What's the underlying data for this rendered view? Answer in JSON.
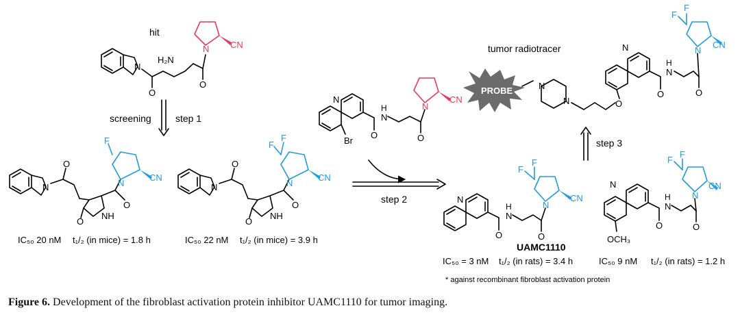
{
  "labels": {
    "hit": "hit",
    "screening": "screening",
    "step1": "step 1",
    "step2": "step 2",
    "step3": "step 3",
    "tumor_radiotracer": "tumor radiotracer",
    "probe": "PROBE",
    "uamc": "UAMC1110",
    "footnote": "* against recombinant fibroblast activation protein"
  },
  "atoms": {
    "h2n": "H₂N",
    "n": "N",
    "o": "O",
    "f": "F",
    "cn": "CN",
    "nh": "NH",
    "br": "Br",
    "h": "H",
    "och3": "OCH₃"
  },
  "compounds": [
    {
      "ic50": "IC₅₀ 20 nM",
      "t_half": "t₁/₂ (in mice) = 1.8 h"
    },
    {
      "ic50": "IC₅₀ 22 nM",
      "t_half": "t₁/₂ (in mice) = 3.9 h"
    },
    {
      "ic50": "IC₅₀ = 3 nM",
      "t_half": "t₁/₂ (in rats) = 3.4 h"
    },
    {
      "ic50": "IC₅₀ 9 nM",
      "t_half": "t₁/₂ (in rats) = 1.2 h"
    }
  ],
  "caption": {
    "label": "Figure 6.",
    "text": " Development of the fibroblast activation protein inhibitor UAMC1110 for tumor imaging."
  },
  "colors": {
    "red": "#e8375d",
    "blue": "#1f9be0",
    "probe": "#6b6b6b"
  }
}
